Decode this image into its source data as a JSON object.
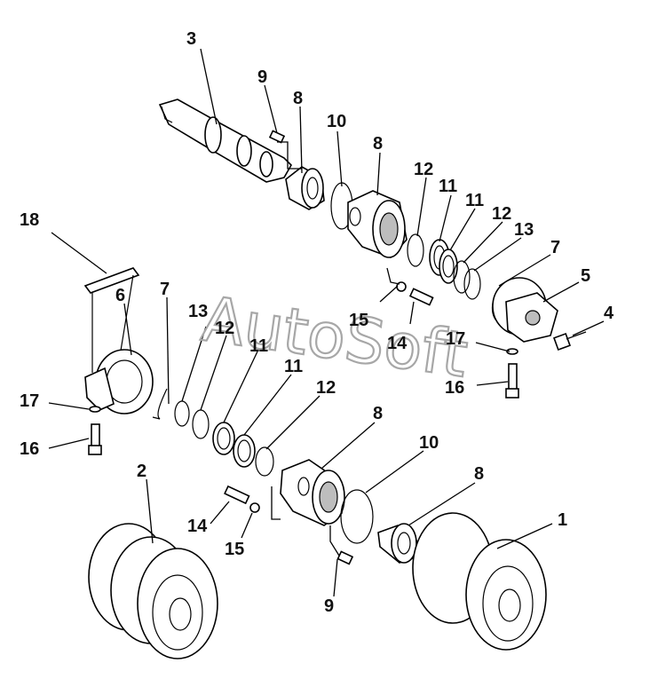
{
  "watermark": "AutoSoft",
  "callouts": {
    "c1": "1",
    "c2": "2",
    "c3": "3",
    "c4": "4",
    "c5": "5",
    "c6": "6",
    "c7a": "7",
    "c7b": "7",
    "c8a": "8",
    "c8b": "8",
    "c8c": "8",
    "c8d": "8",
    "c9a": "9",
    "c9b": "9",
    "c10a": "10",
    "c10b": "10",
    "c11a": "11",
    "c11b": "11",
    "c11c": "11",
    "c11d": "11",
    "c12a": "12",
    "c12b": "12",
    "c12c": "12",
    "c12d": "12",
    "c13a": "13",
    "c13b": "13",
    "c14a": "14",
    "c14b": "14",
    "c15a": "15",
    "c15b": "15",
    "c16a": "16",
    "c16b": "16",
    "c17a": "17",
    "c17b": "17",
    "c18": "18"
  }
}
